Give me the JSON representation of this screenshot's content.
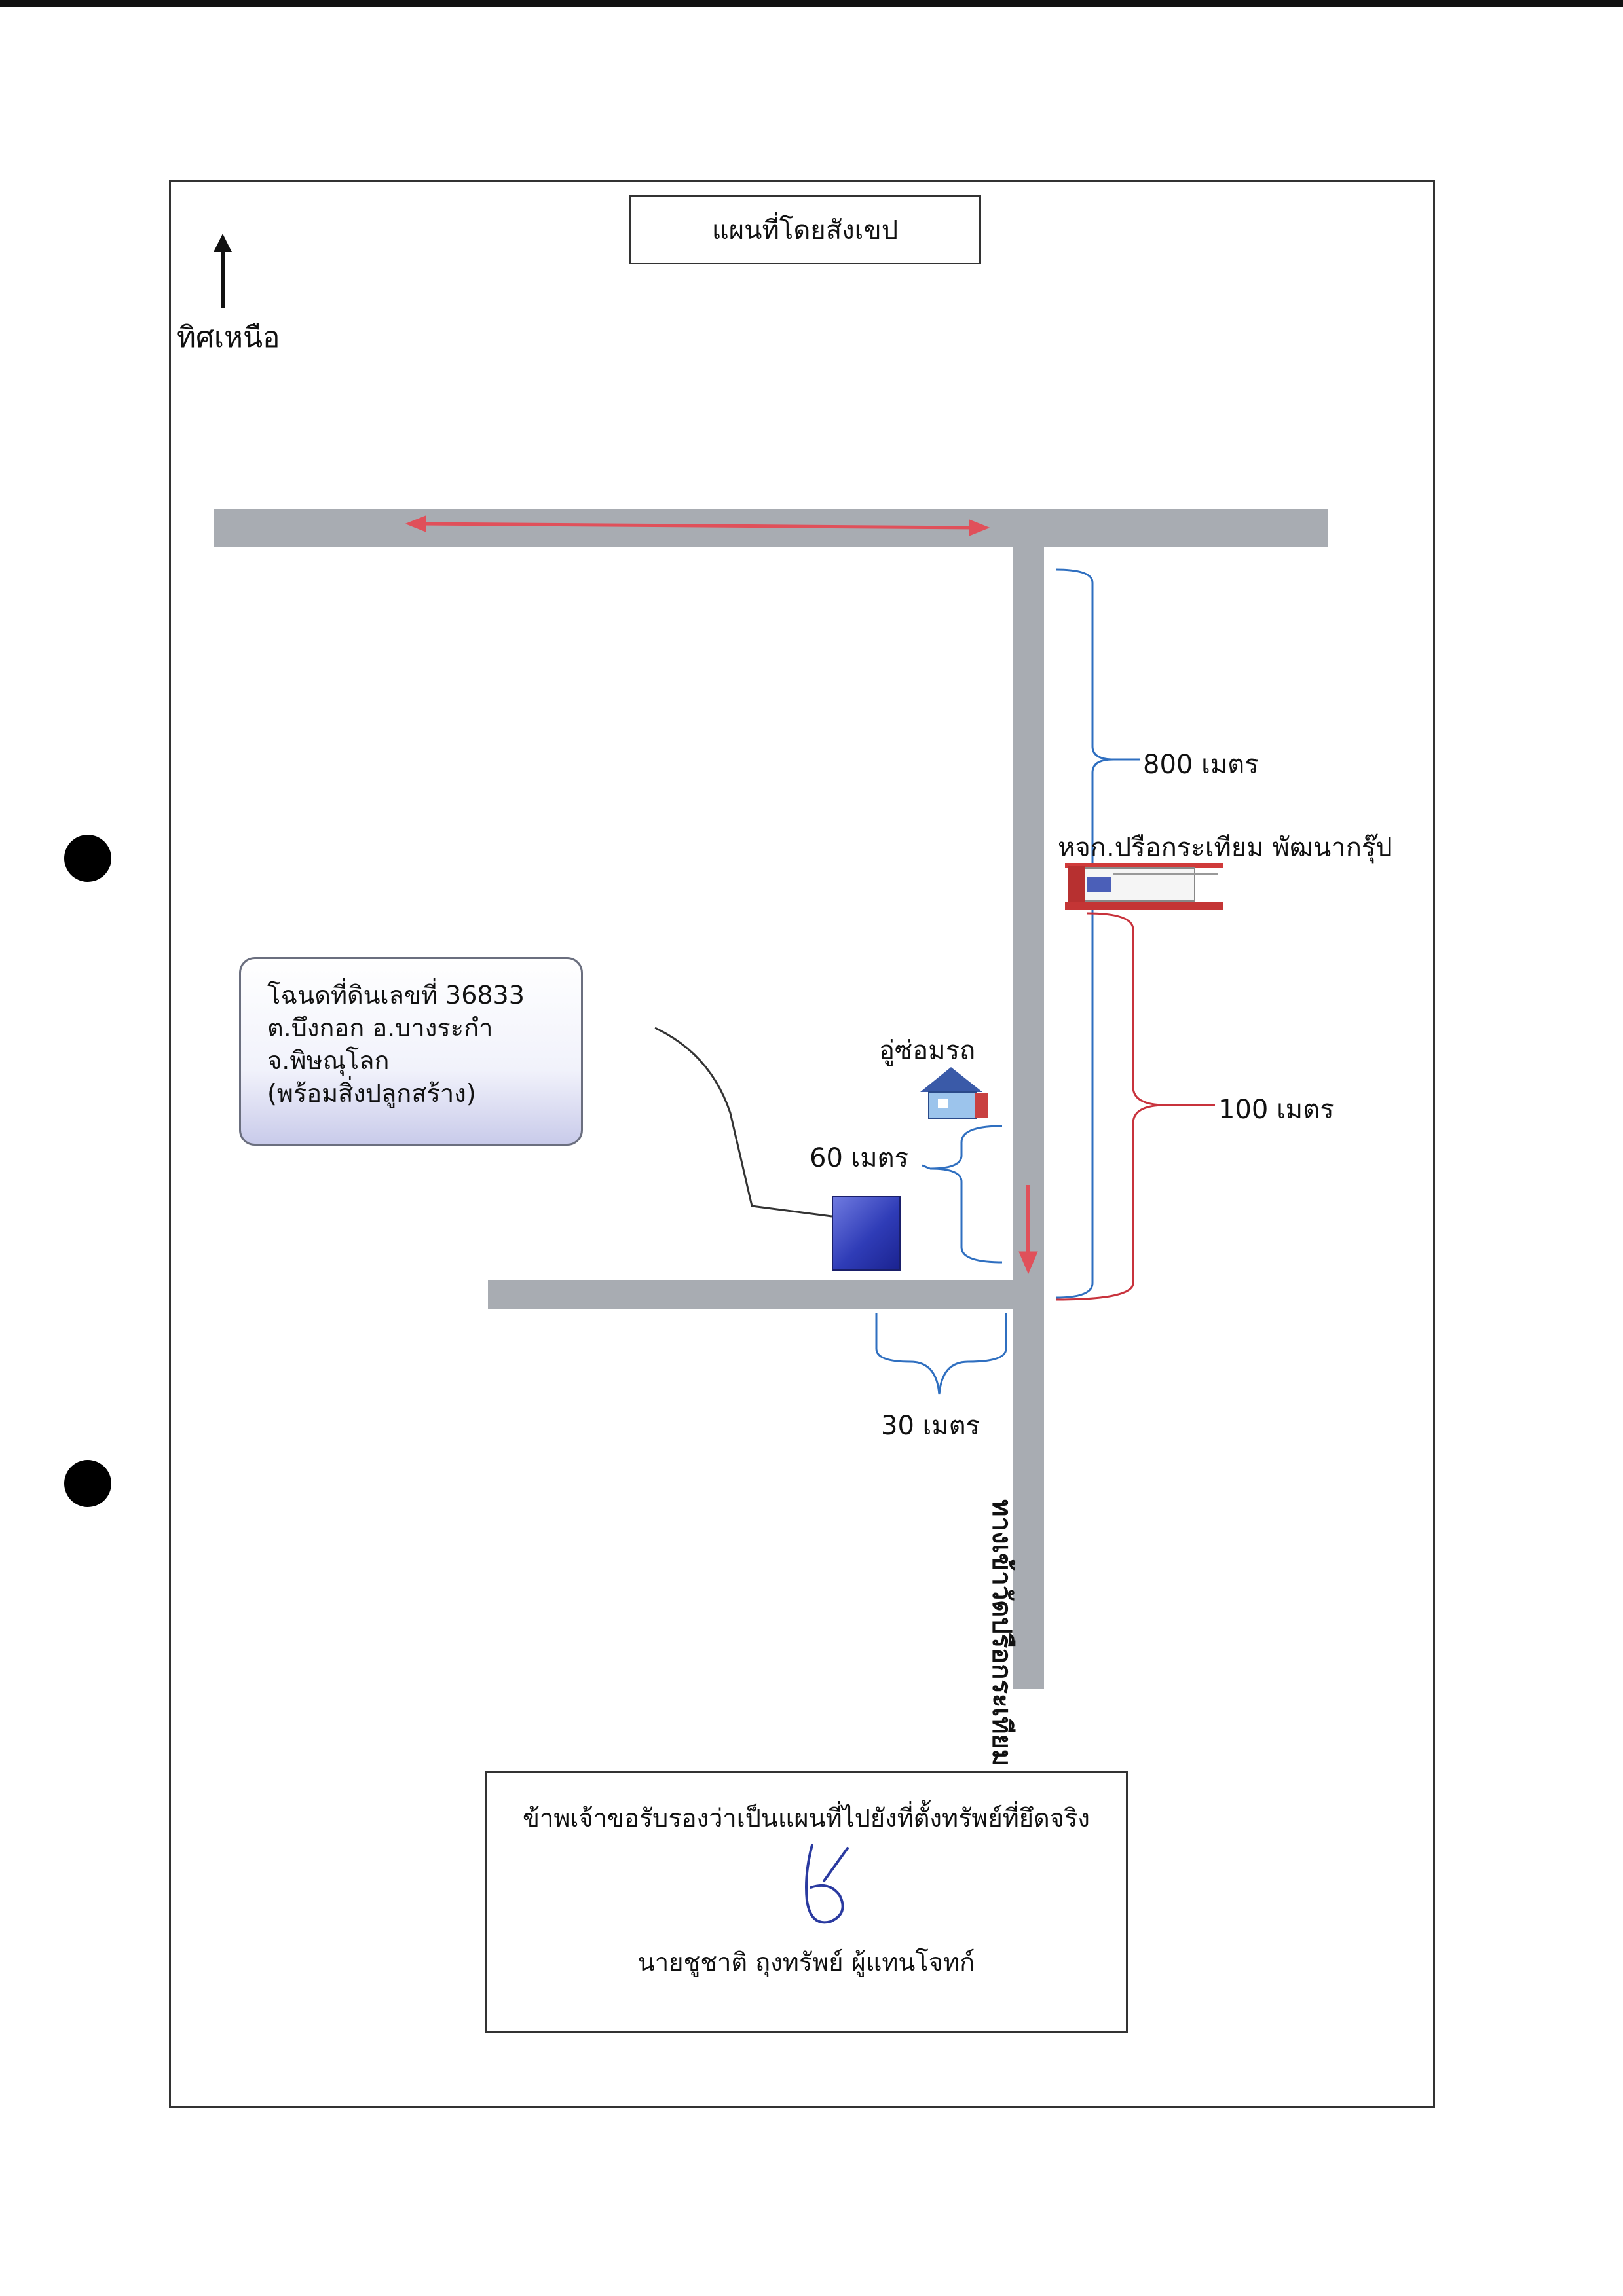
{
  "title": "แผนที่โดยสังเขป",
  "north": {
    "label": "ทิศเหนือ",
    "icon": "up-arrow-icon"
  },
  "parcel": {
    "lines": [
      "โฉนดที่ดินเลขที่ 36833",
      "ต.บึงกอก อ.บางระกำ",
      "จ.พิษณุโลก",
      "(พร้อมสิ่งปลูกสร้าง)"
    ],
    "color": "#2f3cb7"
  },
  "landmarks": {
    "company": "หจก.ปรือกระเทียม พัฒนากรุ๊ป",
    "garage": "อู่ซ่อมรถ"
  },
  "distances": {
    "d800": "800 เมตร",
    "d100": "100 เมตร",
    "d60": "60 เมตร",
    "d30": "30 เมตร"
  },
  "road_label": "ทางเข้าวัดปรือกระเทียม",
  "certification": {
    "text": "ข้าพเจ้าขอรับรองว่าเป็นแผนที่ไปยังที่ตั้งทรัพย์ที่ยึดจริง",
    "name": "นายชูชาติ ถุงทรัพย์ ผู้แทนโจทก์"
  },
  "colors": {
    "road": "#a8acb2",
    "route_arrow": "#e0505a",
    "bracket_blue": "#2f6fc0",
    "bracket_red": "#c8323c"
  }
}
